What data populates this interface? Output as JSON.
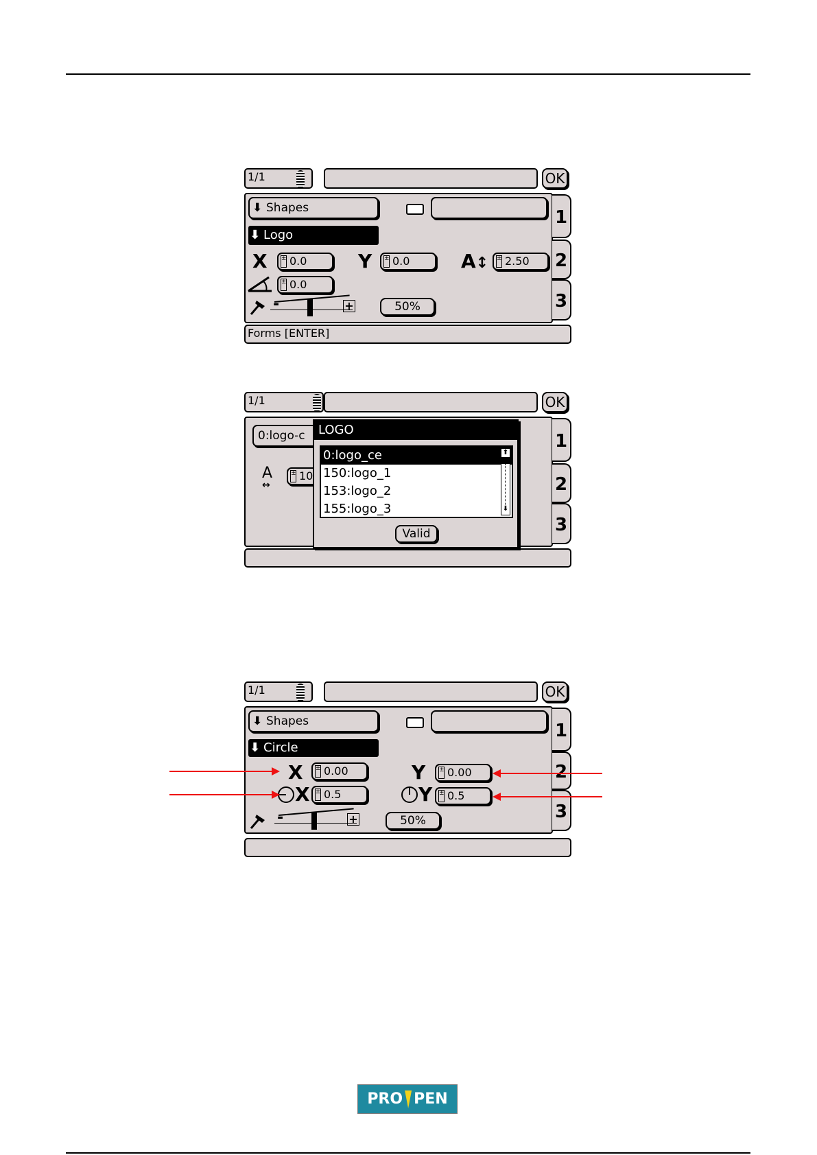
{
  "screen1": {
    "page_indicator": "1/1",
    "ok_label": "OK",
    "shapes_label": "Shapes",
    "logo_label": "Logo",
    "x_label": "X",
    "x_value": "0.0",
    "y_label": "Y",
    "y_value": "0.0",
    "height_label": "A",
    "height_value": "2.50",
    "angle_value": "0.0",
    "percent": "50%",
    "status": "Forms [ENTER]",
    "tabs": [
      "1",
      "2",
      "3"
    ]
  },
  "screen2": {
    "page_indicator": "1/1",
    "ok_label": "OK",
    "behind_field": "0:logo-c",
    "behind_spin": "10",
    "height_label": "A",
    "popup_title": "LOGO",
    "list": [
      "0:logo_ce",
      "150:logo_1",
      "153:logo_2",
      "155:logo_3"
    ],
    "valid_label": "Valid",
    "tabs": [
      "1",
      "2",
      "3"
    ]
  },
  "screen3": {
    "page_indicator": "1/1",
    "ok_label": "OK",
    "shapes_label": "Shapes",
    "circle_label": "Circle",
    "x_label": "X",
    "x_value": "0.00",
    "y_label": "Y",
    "y_value": "0.00",
    "radius_x_label": "X",
    "radius_x_value": "0.5",
    "radius_y_label": "Y",
    "radius_y_value": "0.5",
    "percent": "50%",
    "tabs": [
      "1",
      "2",
      "3"
    ]
  },
  "footer_logo": {
    "text_left": "PRO",
    "text_right": "PEN"
  },
  "colors": {
    "screen_bg": "#dcd5d5",
    "annotation_arrow": "#e11111",
    "logo_bg": "#1f8aa0",
    "logo_pen": "#f2d21a"
  }
}
